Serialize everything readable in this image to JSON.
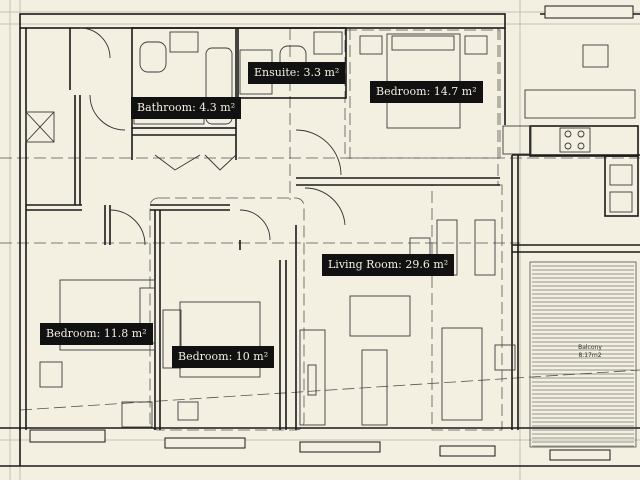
{
  "rooms": {
    "bathroom": "Bathroom: 4.3 m²",
    "ensuite": "Ensuite: 3.3 m²",
    "bedroom_main": "Bedroom: 14.7 m²",
    "living_room": "Living Room: 29.6 m²",
    "bedroom_left": "Bedroom: 11.8 m²",
    "bedroom_center": "Bedroom: 10 m²"
  },
  "balcony": {
    "name": "Balcony",
    "area": "8.17m2"
  },
  "colors": {
    "background": "#f3efe1",
    "wall": "#1a1a1a",
    "fixture": "#3a3a3a",
    "dashed": "#555555",
    "label_bg": "#111111",
    "label_text": "#f3efe1"
  }
}
